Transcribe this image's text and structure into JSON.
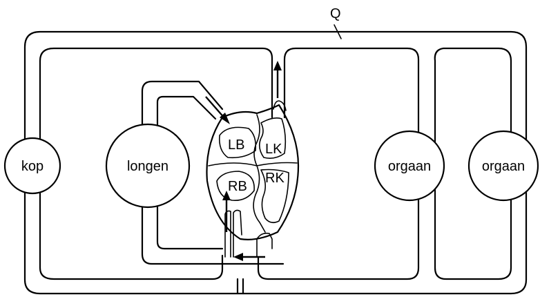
{
  "labels": {
    "q": "Q",
    "kop": "kop",
    "longen": "longen",
    "organ_1": "orgaan",
    "organ_2": "orgaan",
    "lb": "LB",
    "lk": "LK",
    "rb": "RB",
    "rk": "RK"
  }
}
